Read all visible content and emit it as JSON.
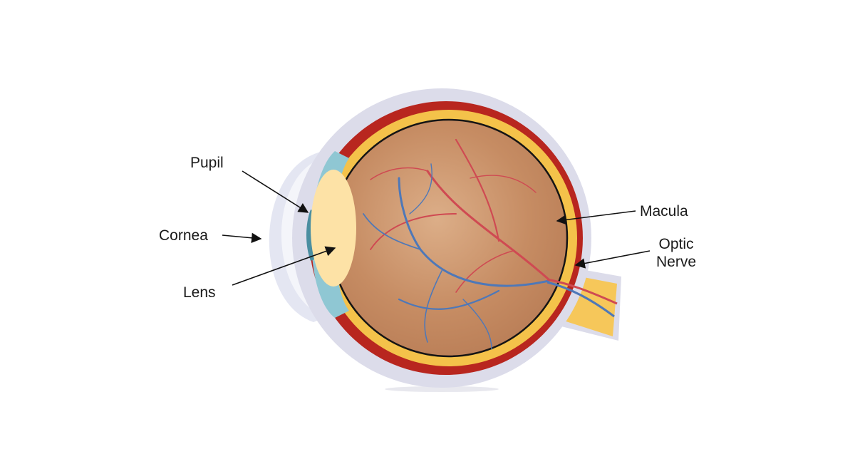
{
  "labels": {
    "pupil": "Pupil",
    "cornea": "Cornea",
    "lens": "Lens",
    "macula": "Macula",
    "optic_line1": "Optic",
    "optic_line2": "Nerve"
  },
  "colors": {
    "outer_sclera": "#dcdcea",
    "sclera_rim": "#cfcfe0",
    "choroid": "#b8261f",
    "retina": "#f4c24a",
    "vitreous": "#c58a62",
    "vitreous_light": "#d8a883",
    "cornea": "#eceef6",
    "iris": "#8fc7d3",
    "pupil": "#4a8ea0",
    "lens": "#fde2a6",
    "optic_nerve": "#f6c75a",
    "vein": "#4e78b8",
    "artery": "#cf4a52",
    "arrow": "#111111"
  }
}
